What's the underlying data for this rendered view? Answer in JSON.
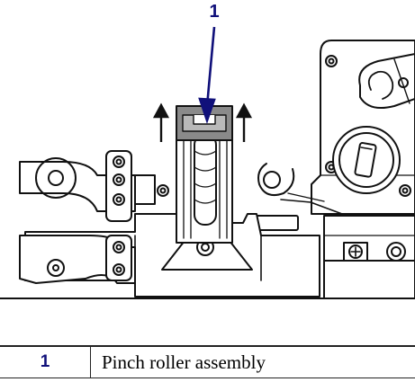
{
  "callout": {
    "number": "1"
  },
  "legend": [
    {
      "number": "1",
      "description": "Pinch roller assembly"
    }
  ],
  "colors": {
    "callout": "#10107a",
    "line": "#111111",
    "shade": "#8a8a8a",
    "fill": "#ffffff"
  }
}
